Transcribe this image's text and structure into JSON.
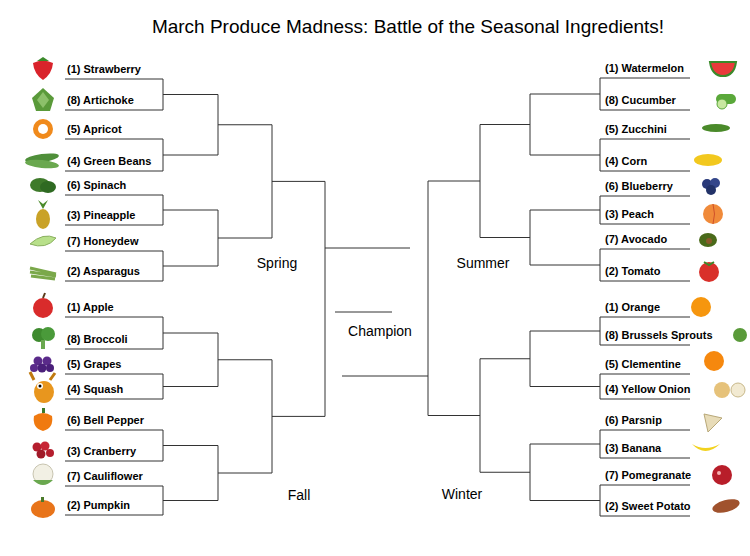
{
  "diagram": {
    "title": "March Produce Madness: Battle of the Seasonal Ingredients!",
    "labels": [
      "(1) Strawberry",
      "(8) Artichoke",
      "(5) Apricot",
      "(4) Green Beans",
      "(6) Spinach",
      "(3) Pineapple",
      "(7) Honeydew",
      "(2) Asparagus",
      "(1) Apple",
      "(8) Broccoli",
      "(5) Grapes",
      "(4) Squash",
      "(6) Bell Pepper",
      "(3) Cranberry",
      "(7) Cauliflower",
      "(2) Pumpkin",
      "(1) Watermelon",
      "(8) Cucumber",
      "(5) Zucchini",
      "(4) Corn",
      "(6) Blueberry",
      "(3) Peach",
      "(7) Avocado",
      "(2) Tomato",
      "(1) Orange",
      "(8) Brussels Sprouts",
      "(5) Clementine",
      "(4) Yellow Onion",
      "(6) Parsnip",
      "(3) Banana",
      "(7) Pomegranate",
      "(2) Sweet Potato",
      "Spring",
      "Summer",
      "Fall",
      "Winter",
      "Champion"
    ]
  }
}
